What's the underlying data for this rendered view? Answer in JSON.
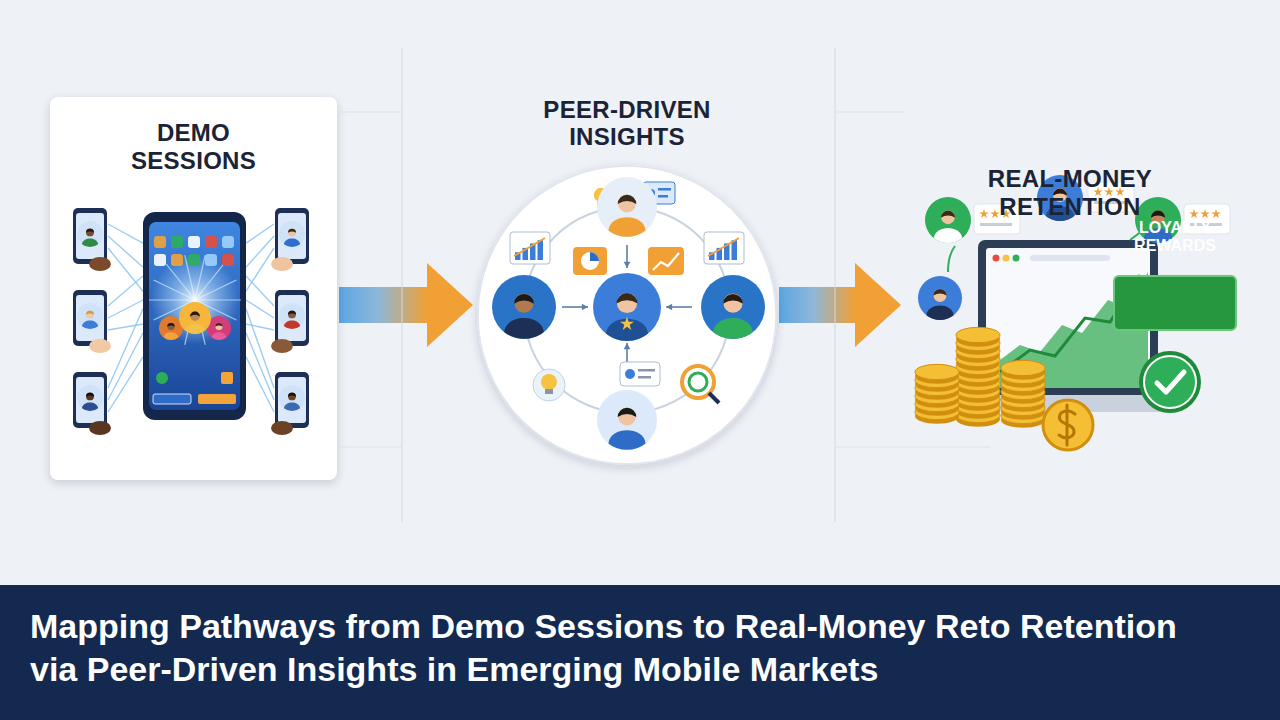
{
  "diagram": {
    "title": "Mapping Pathways from Demo Sessions to Real-Money Reto Retention via Peer-Driven Insights in Emerging Mobile Markets",
    "nodes": [
      {
        "text": [
          "DEMO SESSIONS"
        ]
      },
      {
        "text": [
          "PEER-DRIVEN INSIGHTS"
        ]
      },
      {
        "text": [
          "REAL-MONEY RETENTION"
        ]
      },
      {
        "text": [
          "LOYALTY REWARDS"
        ],
        "in": 2
      }
    ],
    "edges": [
      {
        "from": 0,
        "to": 1,
        "arrow": "to"
      },
      {
        "from": 1,
        "to": 2,
        "arrow": "to"
      }
    ]
  }
}
